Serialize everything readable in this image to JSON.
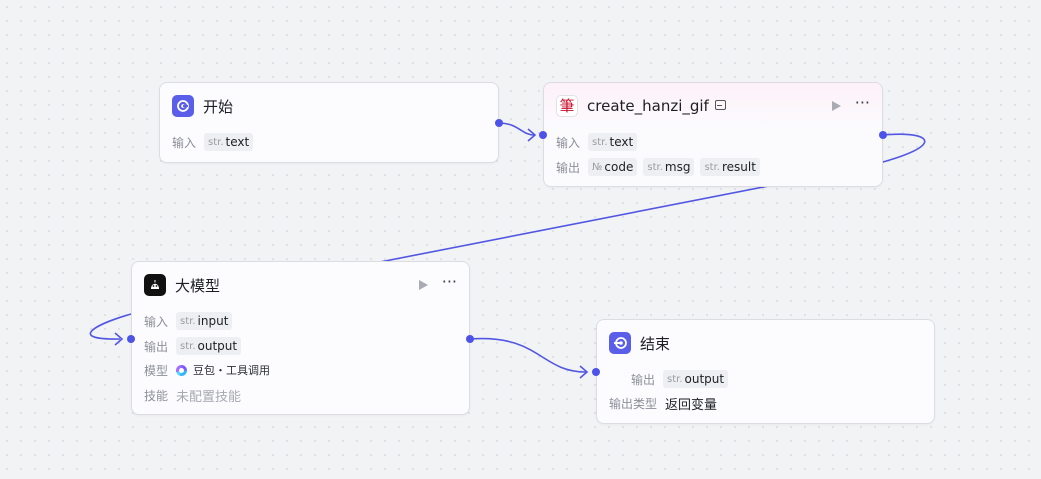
{
  "colors": {
    "accent": "#4d53e8",
    "edge": "#5257e3"
  },
  "nodes": {
    "start": {
      "title": "开始",
      "input_label": "输入",
      "inputs": [
        {
          "type": "str.",
          "name": "text"
        }
      ]
    },
    "tool": {
      "title": "create_hanzi_gif",
      "icon_glyph": "筆",
      "input_label": "输入",
      "inputs": [
        {
          "type": "str.",
          "name": "text"
        }
      ],
      "output_label": "输出",
      "outputs": [
        {
          "type": "№",
          "name": "code"
        },
        {
          "type": "str.",
          "name": "msg"
        },
        {
          "type": "str.",
          "name": "result"
        }
      ]
    },
    "llm": {
      "title": "大模型",
      "input_label": "输入",
      "inputs": [
        {
          "type": "str.",
          "name": "input"
        }
      ],
      "output_label": "输出",
      "outputs": [
        {
          "type": "str.",
          "name": "output"
        }
      ],
      "model_label": "模型",
      "model_name": "豆包・工具调用",
      "skill_label": "技能",
      "skill_placeholder": "未配置技能"
    },
    "end": {
      "title": "结束",
      "output_label": "输出",
      "outputs": [
        {
          "type": "str.",
          "name": "output"
        }
      ],
      "output_type_label": "输出类型",
      "output_type_value": "返回变量"
    }
  }
}
